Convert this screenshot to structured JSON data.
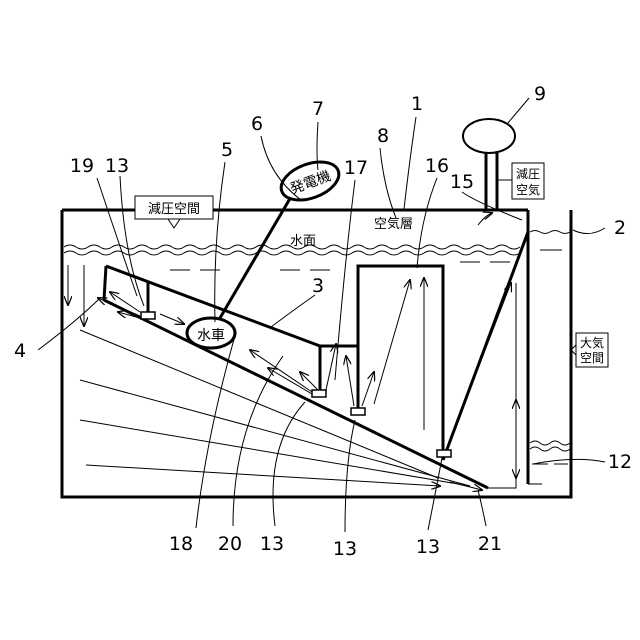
{
  "labels": {
    "decompression_space": "減圧空間",
    "air_layer": "空気層",
    "water_surface": "水面",
    "generator": "発電機",
    "water_wheel": "水車",
    "decompressed_air_line1": "減圧",
    "decompressed_air_line2": "空気",
    "atmosphere_line1": "大気",
    "atmosphere_line2": "空間"
  },
  "ref_numerals": {
    "n1": "1",
    "n2": "2",
    "n3": "3",
    "n4": "4",
    "n5": "5",
    "n6": "6",
    "n7": "7",
    "n8": "8",
    "n9": "9",
    "n12": "12",
    "n13a": "13",
    "n13b": "13",
    "n13c": "13",
    "n13d": "13",
    "n15": "15",
    "n16": "16",
    "n17": "17",
    "n18": "18",
    "n19": "19",
    "n20": "20",
    "n21": "21"
  }
}
